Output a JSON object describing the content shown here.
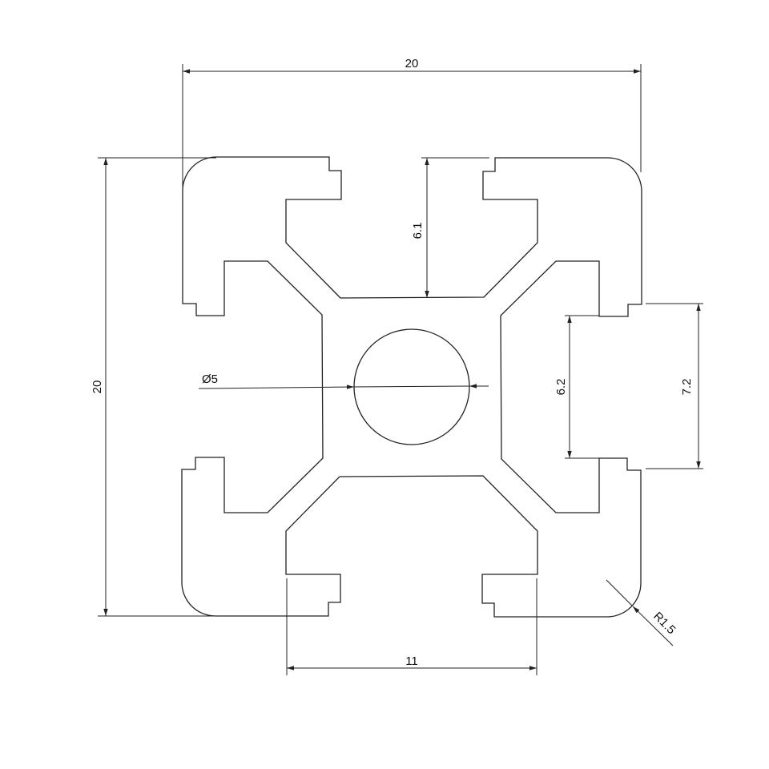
{
  "drawing": {
    "dimensions": {
      "width_top": "20",
      "height_left": "20",
      "slot_depth": "6.1",
      "bore_diameter": "Ø5",
      "slot_inner": "6.2",
      "slot_opening": "7.2",
      "slot_width_bottom": "11",
      "corner_radius": "R1.5"
    }
  }
}
